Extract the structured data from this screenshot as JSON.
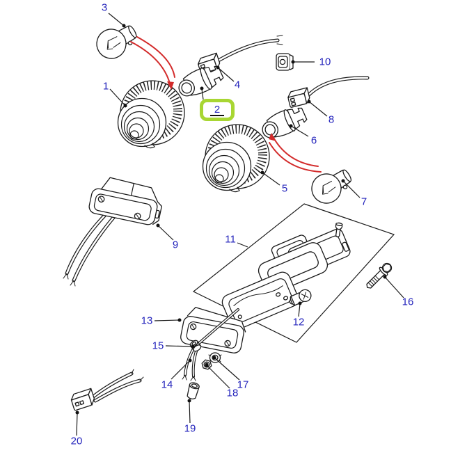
{
  "diagram": {
    "kind": "exploded-parts-diagram",
    "background_color": "#ffffff",
    "label_color": "#2424bc",
    "highlight_color": "#a8d633",
    "arrow_color": "#d32b2b",
    "line_color": "#1a1a1a",
    "selected_part": "2",
    "parts": [
      {
        "label": "1"
      },
      {
        "label": "2",
        "highlighted": true
      },
      {
        "label": "3"
      },
      {
        "label": "4"
      },
      {
        "label": "5"
      },
      {
        "label": "6"
      },
      {
        "label": "7"
      },
      {
        "label": "8"
      },
      {
        "label": "9"
      },
      {
        "label": "10"
      },
      {
        "label": "11"
      },
      {
        "label": "12"
      },
      {
        "label": "13"
      },
      {
        "label": "14"
      },
      {
        "label": "15"
      },
      {
        "label": "16"
      },
      {
        "label": "17"
      },
      {
        "label": "18"
      },
      {
        "label": "19"
      },
      {
        "label": "20"
      }
    ]
  }
}
